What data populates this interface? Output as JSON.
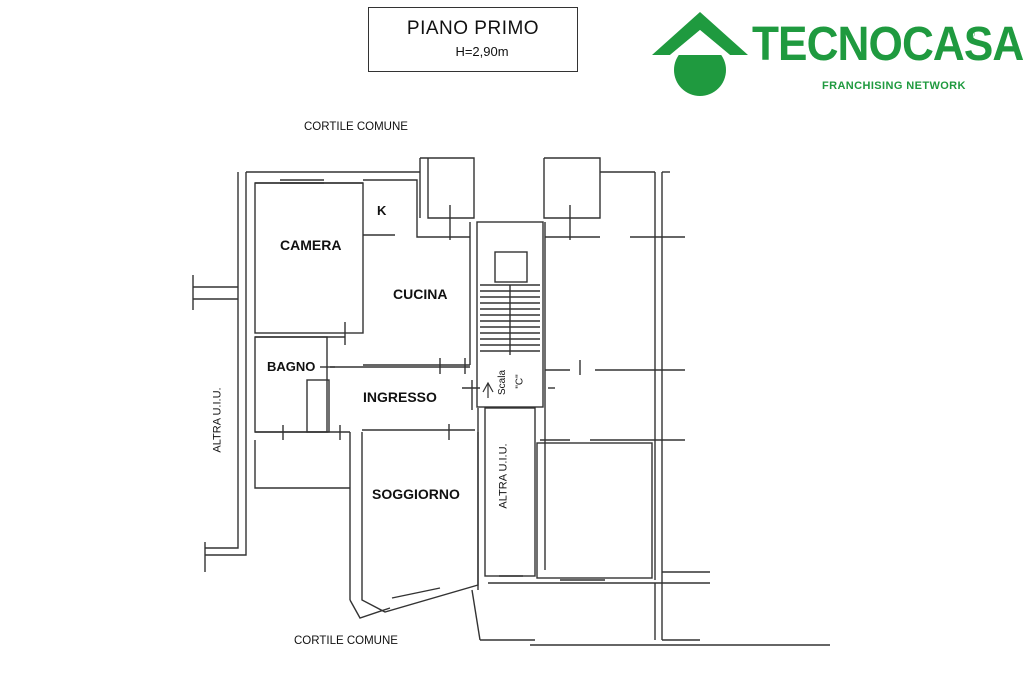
{
  "header": {
    "floor_title": "PIANO PRIMO",
    "floor_height": "H=2,90m"
  },
  "logo": {
    "name": "TECNOCASA",
    "registered": "®",
    "tagline": "FRANCHISING NETWORK",
    "color": "#1f9a3f"
  },
  "plan": {
    "courtyard_top": "CORTILE COMUNE",
    "courtyard_bottom": "CORTILE COMUNE",
    "other_unit_left": "ALTRA U.I.U.",
    "other_unit_center": "ALTRA U.I.U.",
    "stair_label": "Scala",
    "stair_id": "\"C\"",
    "rooms": {
      "camera": "CAMERA",
      "k": "K",
      "cucina": "CUCINA",
      "bagno": "BAGNO",
      "ingresso": "INGRESSO",
      "soggiorno": "SOGGIORNO"
    }
  }
}
